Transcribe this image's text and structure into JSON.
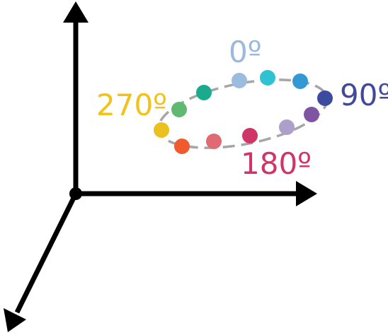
{
  "labels": {
    "angle_0": "0º",
    "angle_90": "90º",
    "angle_180": "180º",
    "angle_270": "270º"
  },
  "colors": {
    "axis": "#000000",
    "path": "#a6a6a6",
    "label_0": "#9ab9dd",
    "label_90": "#414a99",
    "label_180": "#cf3566",
    "label_270": "#f0c21b"
  },
  "points": [
    {
      "name": "point-0",
      "color": "#9cbcdf"
    },
    {
      "name": "point-1",
      "color": "#2fc2d3"
    },
    {
      "name": "point-2",
      "color": "#3399d2"
    },
    {
      "name": "point-3",
      "color": "#3d4b9e"
    },
    {
      "name": "point-4",
      "color": "#7f55a3"
    },
    {
      "name": "point-5",
      "color": "#ab9fcb"
    },
    {
      "name": "point-6",
      "color": "#cf3566"
    },
    {
      "name": "point-7",
      "color": "#df6a72"
    },
    {
      "name": "point-8",
      "color": "#ef5b2f"
    },
    {
      "name": "point-9",
      "color": "#ebc01f"
    },
    {
      "name": "point-10",
      "color": "#5fb970"
    },
    {
      "name": "point-11",
      "color": "#1aaa8d"
    }
  ]
}
